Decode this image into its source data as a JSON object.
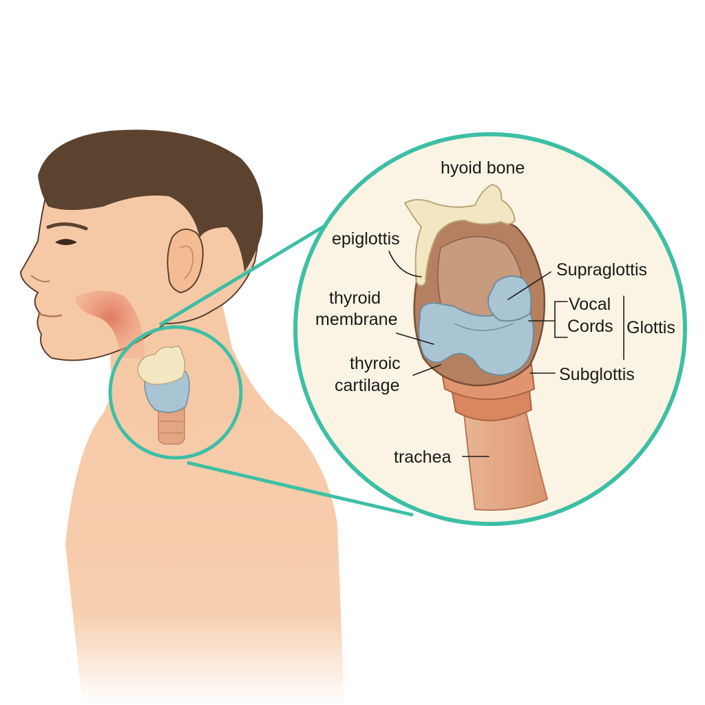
{
  "labels": {
    "hyoid_bone": "hyoid bone",
    "epiglottis": "epiglottis",
    "supraglottis": "Supraglottis",
    "vocal": "Vocal",
    "cords": "Cords",
    "glottis": "Glottis",
    "thyroid_membrane_line1": "thyroid",
    "thyroid_membrane_line2": "membrane",
    "thyroic_cartilage_line1": "thyroic",
    "thyroic_cartilage_line2": "cartilage",
    "subglottis": "Subglottis",
    "trachea": "trachea"
  },
  "colors": {
    "skin": "#f6c9a6",
    "hair": "#5b4330",
    "accent_ring": "#3dbfa5",
    "inset_background": "#fbf4e4",
    "cartilage_blue": "#a9c4d3",
    "bone": "#f3e6c2",
    "trachea": "#e0a684",
    "throat_red": "#e08a70"
  }
}
